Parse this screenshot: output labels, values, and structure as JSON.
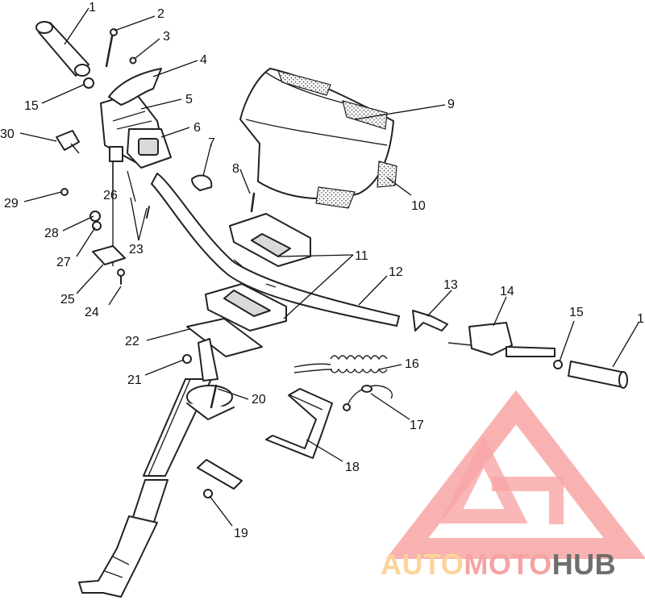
{
  "diagram": {
    "callouts": [
      "1",
      "2",
      "3",
      "4",
      "5",
      "6",
      "7",
      "8",
      "9",
      "10",
      "11",
      "12",
      "13",
      "14",
      "15",
      "1",
      "15",
      "16",
      "17",
      "18",
      "19",
      "20",
      "21",
      "22",
      "23",
      "24",
      "25",
      "26",
      "27",
      "28",
      "29",
      "30"
    ]
  },
  "watermark": {
    "part1": "AUTO",
    "part2": "MOTO",
    "part3": "HUB",
    "colors": {
      "auto": "#fcd49a",
      "moto": "#f6a3a3",
      "hub": "#6e6e6e",
      "logo": "#f8a5a5"
    }
  }
}
